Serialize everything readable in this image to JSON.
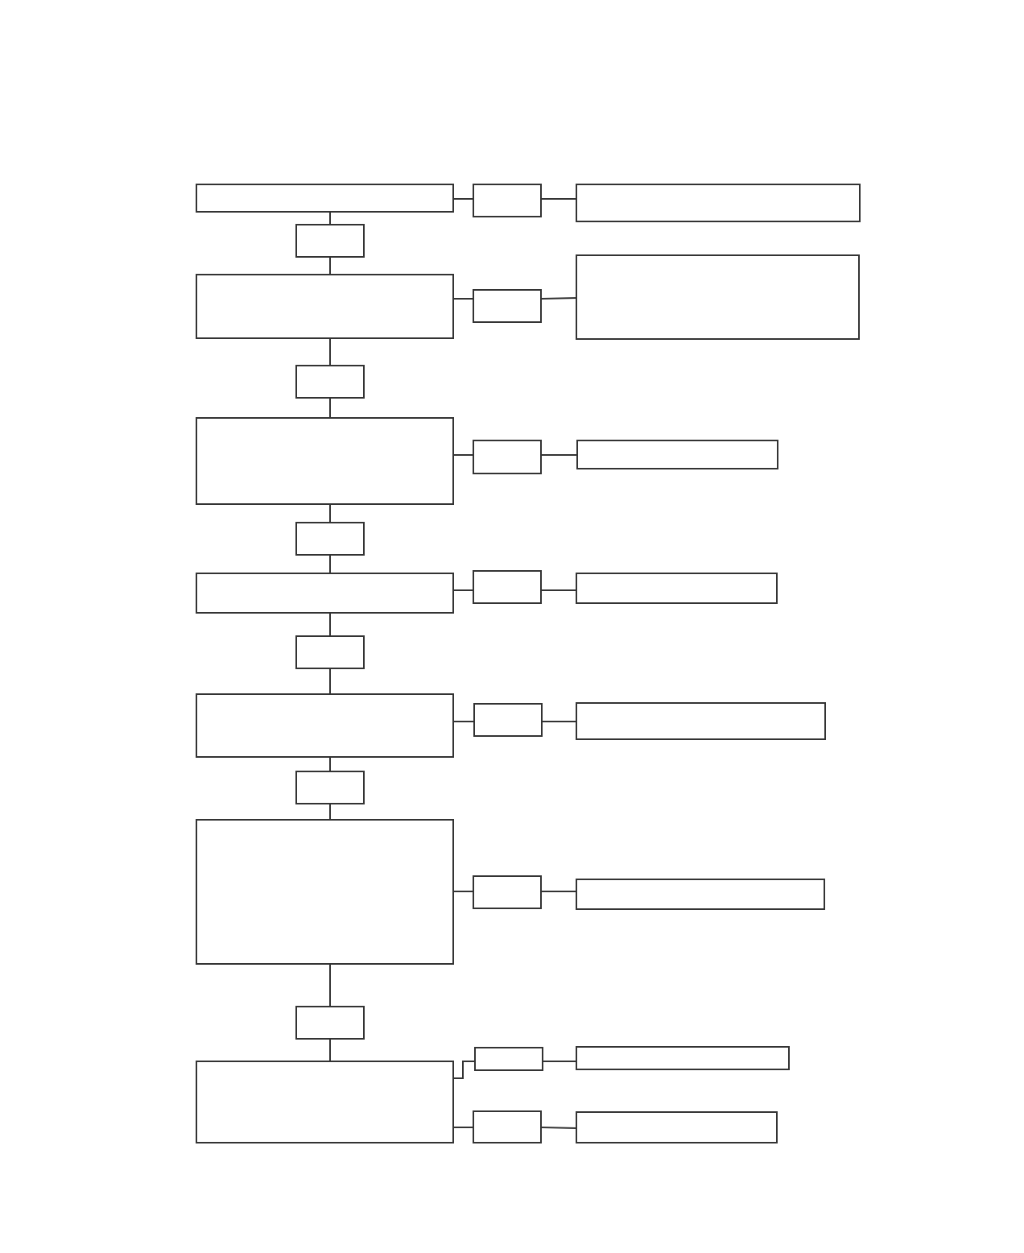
{
  "diagram": {
    "type": "flowchart",
    "colors": {
      "background": "#ffffff",
      "stroke": "#333333"
    },
    "main_steps": 7,
    "transition_boxes": 6,
    "side_label_boxes": 8,
    "side_detail_boxes": 8,
    "text_content": "none visible"
  }
}
